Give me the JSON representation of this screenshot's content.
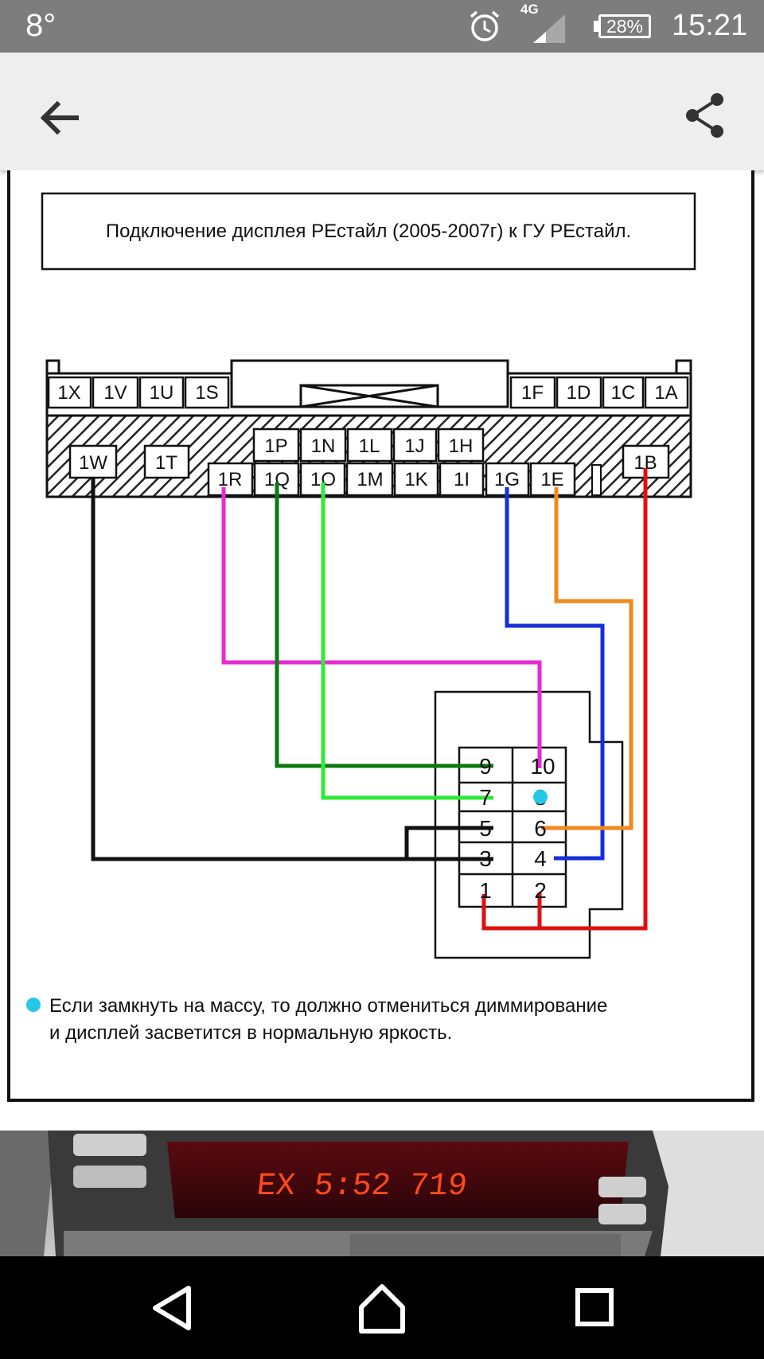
{
  "status_bar": {
    "temperature": "8°",
    "network": "4G",
    "battery": "28%",
    "time": "15:21",
    "icons": [
      "alarm-clock-icon",
      "signal-icon",
      "battery-icon"
    ]
  },
  "app_bar": {
    "back_icon": "arrow-left-icon",
    "share_icon": "share-icon"
  },
  "diagram": {
    "title": "Подключение дисплея РЕстайл (2005-2007г) к ГУ РЕстайл.",
    "connector_pins": {
      "top_left": [
        "1X",
        "1V",
        "1U",
        "1S"
      ],
      "top_right": [
        "1F",
        "1D",
        "1C",
        "1A"
      ],
      "middle_row": [
        "1P",
        "1N",
        "1L",
        "1J",
        "1H"
      ],
      "bottom_row": [
        "1R",
        "1Q",
        "1O",
        "1M",
        "1K",
        "1I",
        "1G",
        "1E"
      ],
      "side_left": [
        "1W",
        "1T"
      ],
      "side_right": [
        "1B"
      ]
    },
    "display_pins": [
      "9",
      "10",
      "7",
      "8",
      "5",
      "6",
      "3",
      "4",
      "1",
      "2"
    ],
    "note_line1": "Если замкнуть на массу, то должно отмениться диммирование",
    "note_line2": "и дисплей засветится в нормальную яркость.",
    "colors": {
      "wire_black": "#111111",
      "wire_magenta": "#e62ad0",
      "wire_dark_green": "#0c7a12",
      "wire_light_green": "#33e83a",
      "wire_blue": "#1430d8",
      "wire_orange": "#f08a1e",
      "wire_red": "#e01010",
      "marker_cyan": "#26c8e8"
    }
  },
  "dash_photo": {
    "display_text": "EX 5:52  719"
  },
  "nav_bar": {
    "icons": [
      "back-triangle-icon",
      "home-icon",
      "recents-icon"
    ]
  }
}
